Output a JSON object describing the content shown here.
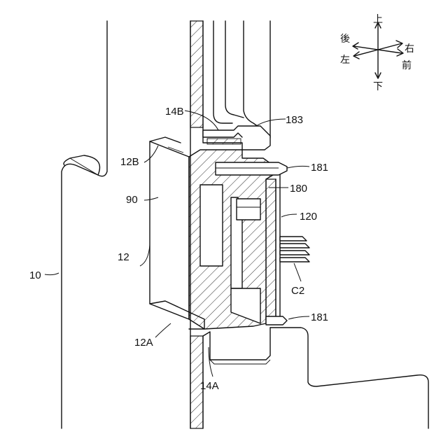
{
  "labels": {
    "ref_10": "10",
    "ref_12": "12",
    "ref_12A": "12A",
    "ref_12B": "12B",
    "ref_14A": "14A",
    "ref_14B": "14B",
    "ref_90": "90",
    "ref_120": "120",
    "ref_180": "180",
    "ref_181_top": "181",
    "ref_181_bottom": "181",
    "ref_183": "183",
    "ref_C2": "C2"
  },
  "compass": {
    "up": "上",
    "down": "下",
    "back": "後",
    "left": "左",
    "right": "右",
    "front": "前"
  }
}
